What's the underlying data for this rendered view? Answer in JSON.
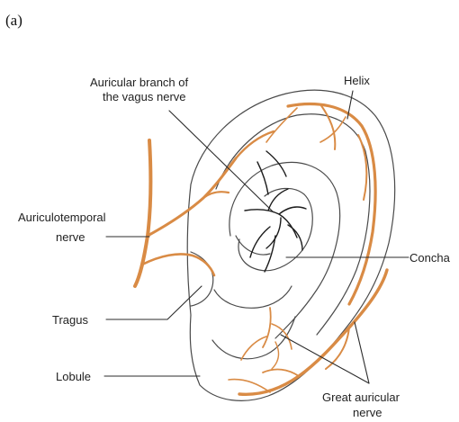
{
  "panel_label": "(a)",
  "labels": {
    "auricular_branch_line1": "Auricular branch of",
    "auricular_branch_line2": "the vagus nerve",
    "helix": "Helix",
    "auriculotemporal_line1": "Auriculotemporal",
    "auriculotemporal_line2": "nerve",
    "concha": "Concha",
    "tragus": "Tragus",
    "lobule": "Lobule",
    "great_auricular_line1": "Great auricular",
    "great_auricular_line2": "nerve"
  },
  "colors": {
    "skin": "#fbe9db",
    "nerve": "#d98b45",
    "nerve_dark": "#b8692a",
    "vagus": "#1c1c1c",
    "outline": "#4a4a4a"
  }
}
